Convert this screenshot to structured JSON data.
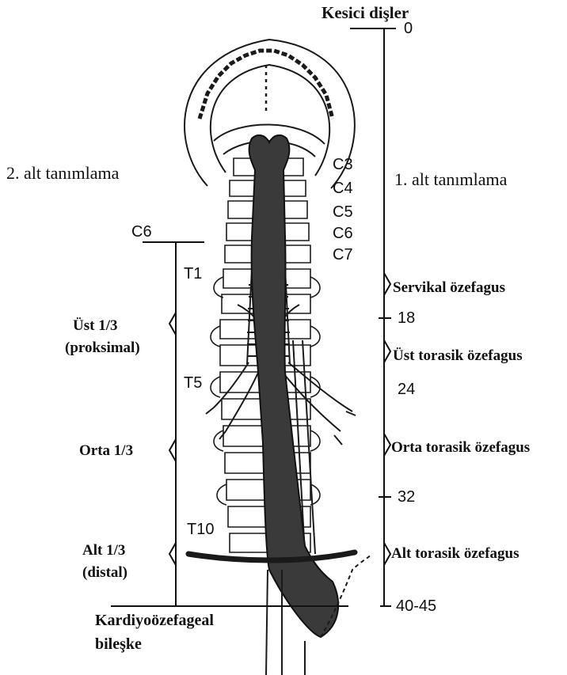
{
  "top_label": "Kesici dişler",
  "left_scheme_title": "2. alt tanımlama",
  "right_scheme_title": "1. alt tanımlama",
  "vertebrae": {
    "c3": "C3",
    "c4": "C4",
    "c5": "C5",
    "c6": "C6",
    "c7": "C7",
    "left_c6": "C6",
    "t1": "T1",
    "t5": "T5",
    "t10": "T10"
  },
  "left_segments": {
    "upper": "Üst 1/3",
    "upper_sub": "(proksimal)",
    "middle": "Orta 1/3",
    "lower": "Alt 1/3",
    "lower_sub": "(distal)",
    "junction_line1": "Kardiyoözefageal",
    "junction_line2": "bileşke"
  },
  "right_segments": {
    "cervical": "Servikal özefagus",
    "upper_thoracic": "Üst torasik özefagus",
    "mid_thoracic": "Orta torasik özefagus",
    "lower_thoracic": "Alt torasik özefagus"
  },
  "distances": {
    "d0": "0",
    "d18": "18",
    "d24": "24",
    "d32": "32",
    "d40": "40-45"
  }
}
